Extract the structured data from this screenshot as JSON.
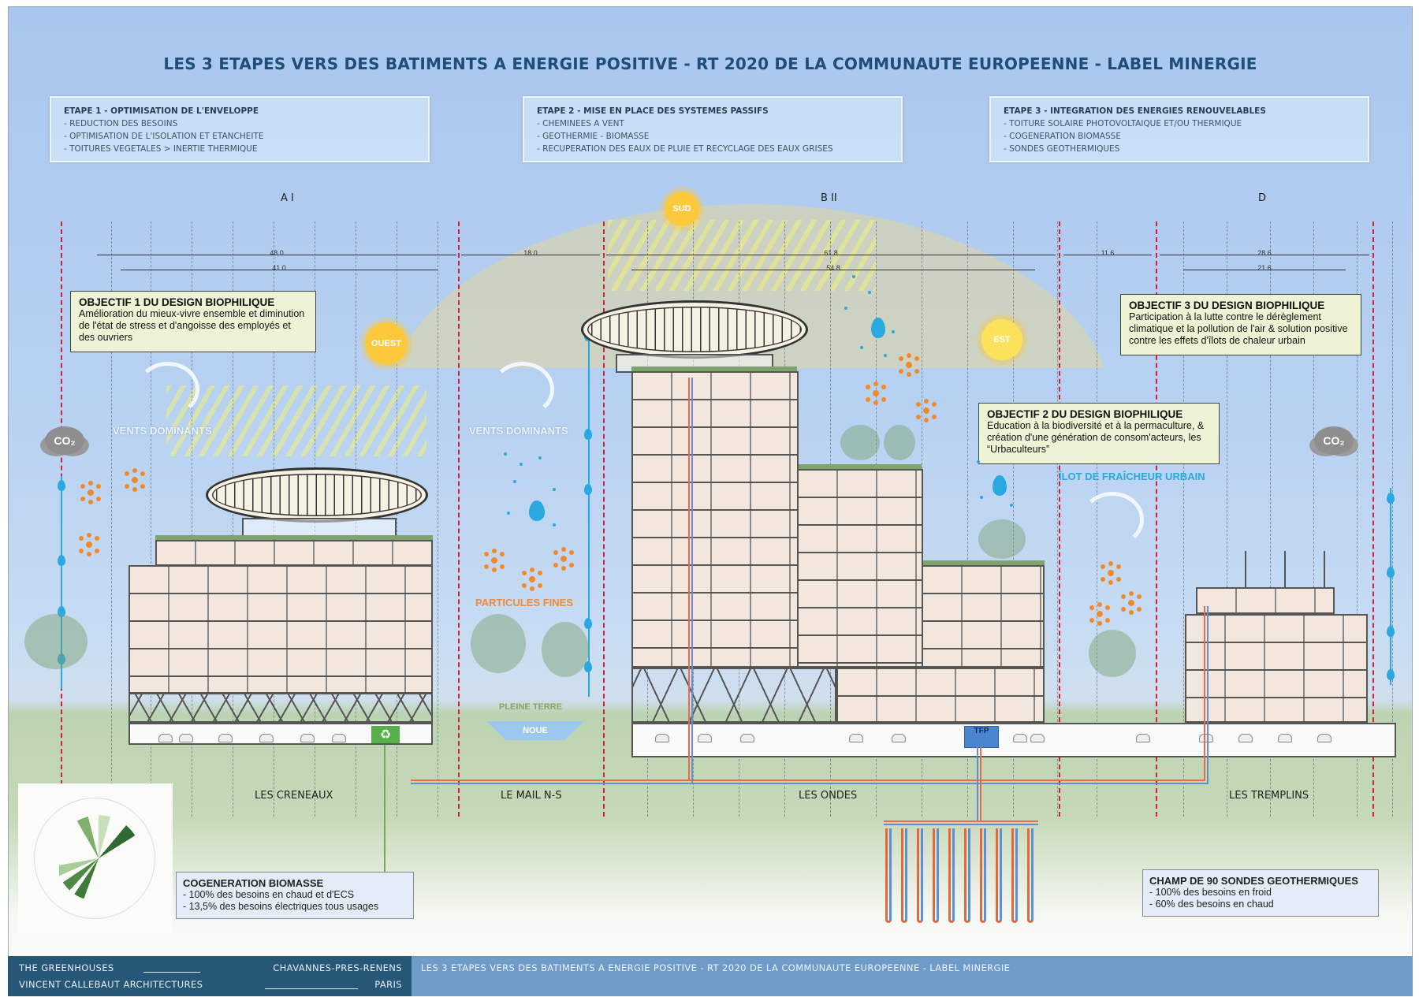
{
  "title": "LES 3 ETAPES VERS DES BATIMENTS A ENERGIE POSITIVE - RT 2020 DE LA COMMUNAUTE EUROPEENNE - LABEL MINERGIE",
  "etapes": [
    {
      "heading": "ETAPE 1 - OPTIMISATION DE L'ENVELOPPE",
      "items": [
        "- REDUCTION DES BESOINS",
        "- OPTIMISATION DE L'ISOLATION ET ETANCHEITE",
        "- TOITURES VEGETALES > INERTIE THERMIQUE"
      ]
    },
    {
      "heading": "ETAPE 2 - MISE EN PLACE DES SYSTEMES PASSIFS",
      "items": [
        "- CHEMINEES A VENT",
        "- GEOTHERMIE - BIOMASSE",
        "- RECUPERATION DES EAUX DE PLUIE ET RECYCLAGE DES EAUX GRISES"
      ]
    },
    {
      "heading": "ETAPE 3 - INTEGRATION DES ENERGIES RENOUVELABLES",
      "items": [
        "- TOITURE SOLAIRE PHOTOVOLTAIQUE ET/OU THERMIQUE",
        "- COGENERATION BIOMASSE",
        "- SONDES GEOTHERMIQUES"
      ]
    }
  ],
  "axes": {
    "a": "A I",
    "b": "B II",
    "d": "D"
  },
  "dimensions": {
    "d48": "48.0",
    "d41": "41.0",
    "d18": "18.0",
    "d61": "61.8",
    "d54": "54.8",
    "d11": "11.6",
    "d28": "28.6",
    "d21": "21.6"
  },
  "suns": {
    "sud": "SUD",
    "ouest": "OUEST",
    "est": "EST"
  },
  "objectifs": [
    {
      "heading": "OBJECTIF 1 DU DESIGN BIOPHILIQUE",
      "text": "Amélioration du mieux-vivre ensemble et diminution de l'état de stress et d'angoisse des employés et des ouvriers"
    },
    {
      "heading": "OBJECTIF 2 DU DESIGN BIOPHILIQUE",
      "text": "Education à la biodiversité et à la permaculture, & création d'une génération de consom'acteurs, les “Urbaculteurs”"
    },
    {
      "heading": "OBJECTIF 3 DU DESIGN BIOPHILIQUE",
      "text": "Participation à la lutte contre le dérèglement climatique et la pollution de l'air & solution positive contre les effets d'îlots de chaleur urbain"
    }
  ],
  "labels": {
    "vents1": "VENTS DOMINANTS",
    "vents2": "VENTS DOMINANTS",
    "co2_left": "CO₂",
    "co2_right": "CO₂",
    "particules": "PARTICULES FINES",
    "pleine_terre": "PLEINE TERRE",
    "noue": "NOUE",
    "ilot": "ÎLOT DE FRAÎCHEUR URBAIN",
    "tfp": "TFP"
  },
  "sectors": [
    "LES CRENEAUX",
    "LE MAIL N-S",
    "LES ONDES",
    "LES TREMPLINS"
  ],
  "info_boxes": [
    {
      "heading": "COGENERATION BIOMASSE",
      "items": [
        "- 100% des besoins en chaud et d'ECS",
        "- 13,5% des besoins électriques tous usages"
      ]
    },
    {
      "heading": "CHAMP DE 90 SONDES GEOTHERMIQUES",
      "items": [
        "- 100% des besoins en froid",
        "- 60% des besoins en chaud"
      ]
    }
  ],
  "footer": {
    "project": "THE GREENHOUSES",
    "location": "CHAVANNES-PRES-RENENS",
    "architect": "VINCENT CALLEBAUT ARCHITECTURES",
    "city": "PARIS",
    "caption": "LES 3 ETAPES VERS DES BATIMENTS A ENERGIE POSITIVE - RT 2020 DE LA COMMUNAUTE EUROPEENNE - LABEL MINERGIE"
  },
  "colors": {
    "title": "#1f4e79",
    "axis_red": "#d0213b",
    "water": "#2aa8e0",
    "particle": "#f08a2b",
    "footer_dark": "#265777",
    "footer_light": "#6f9bc9"
  }
}
